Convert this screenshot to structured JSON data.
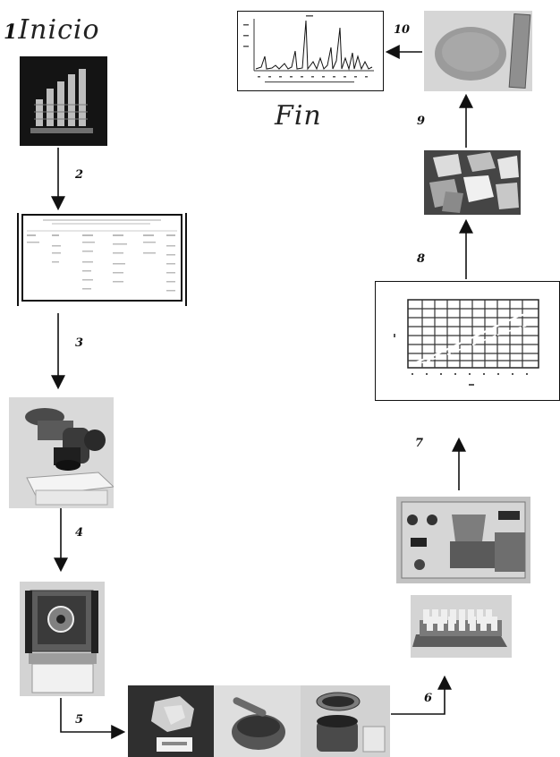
{
  "labels": {
    "start": "Inicio",
    "end": "Fin"
  },
  "steps": {
    "s1": "1",
    "s2": "2",
    "s3": "3",
    "s4": "4",
    "s5": "5",
    "s6": "6",
    "s7": "7",
    "s8": "8",
    "s9": "9",
    "s10": "10"
  }
}
